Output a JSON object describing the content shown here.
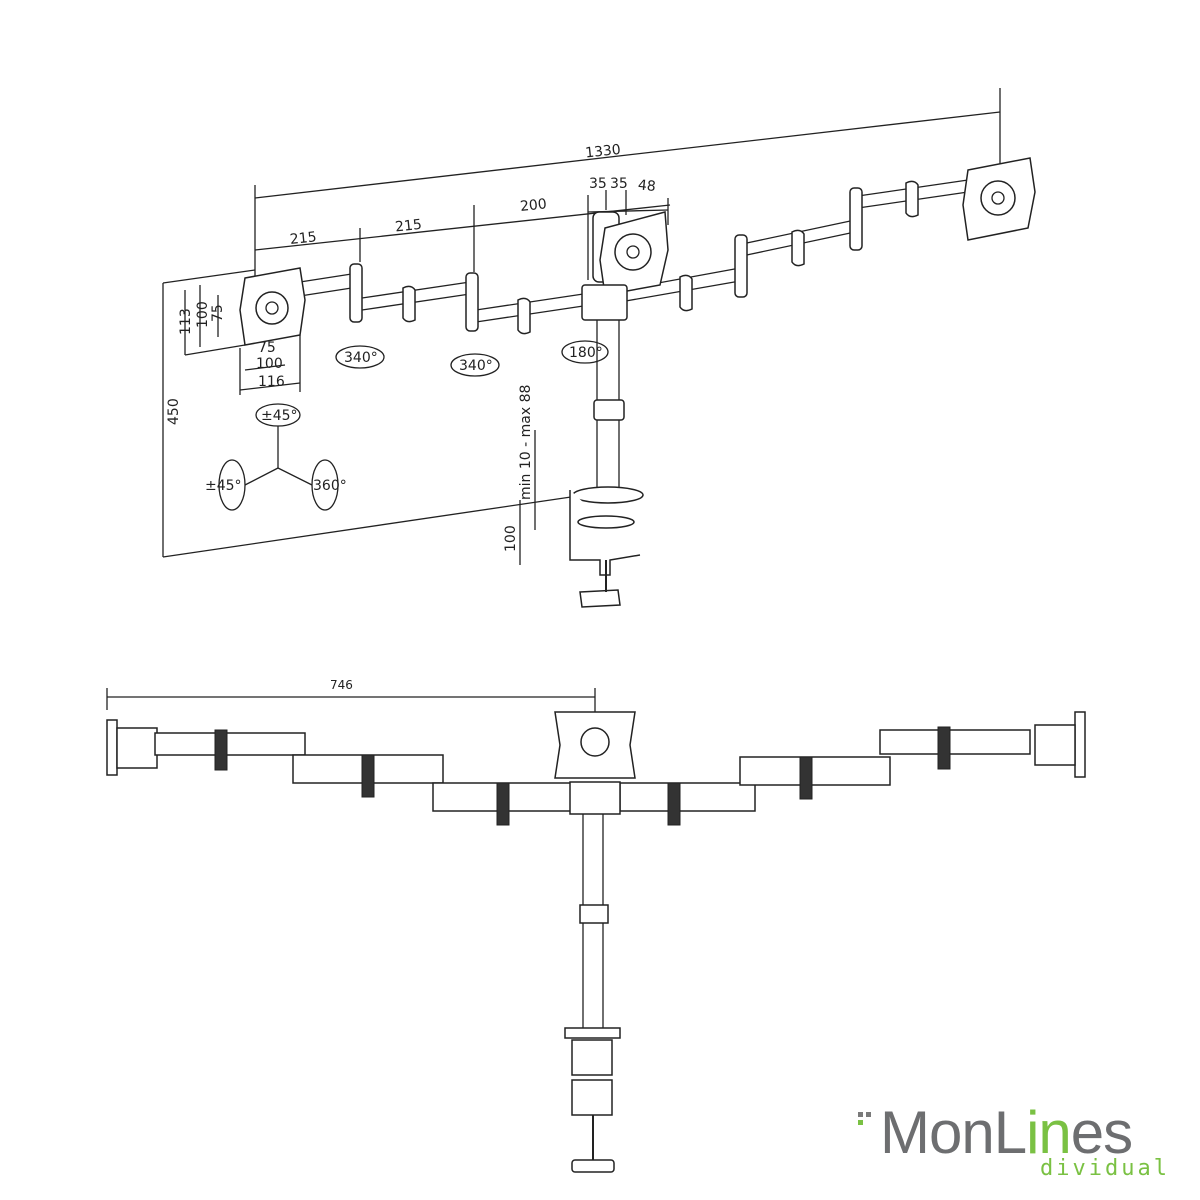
{
  "top_view": {
    "dimensions": {
      "total_width": "1330",
      "arm_seg_1": "215",
      "arm_seg_2": "215",
      "arm_seg_3": "200",
      "offset_a": "35",
      "offset_b": "35",
      "offset_c": "48",
      "height": "450",
      "plate_113": "113",
      "plate_100_v": "100",
      "plate_75_v": "75",
      "plate_75_h": "75",
      "plate_100_h": "100",
      "plate_116": "116",
      "clamp_range": "min 10 - max 88",
      "clamp_height": "100"
    },
    "rotations": {
      "joint_1": "340°",
      "joint_2": "340°",
      "center": "180°",
      "tilt": "±45°",
      "swivel": "±45°",
      "rotate": "360°"
    }
  },
  "bottom_view": {
    "dimensions": {
      "half_width": "746"
    }
  },
  "logo": {
    "brand_1": "MonL",
    "brand_2": "in",
    "brand_3": "es",
    "sub": "dividual",
    "gray": "#6d6e70",
    "green": "#7ac143"
  }
}
